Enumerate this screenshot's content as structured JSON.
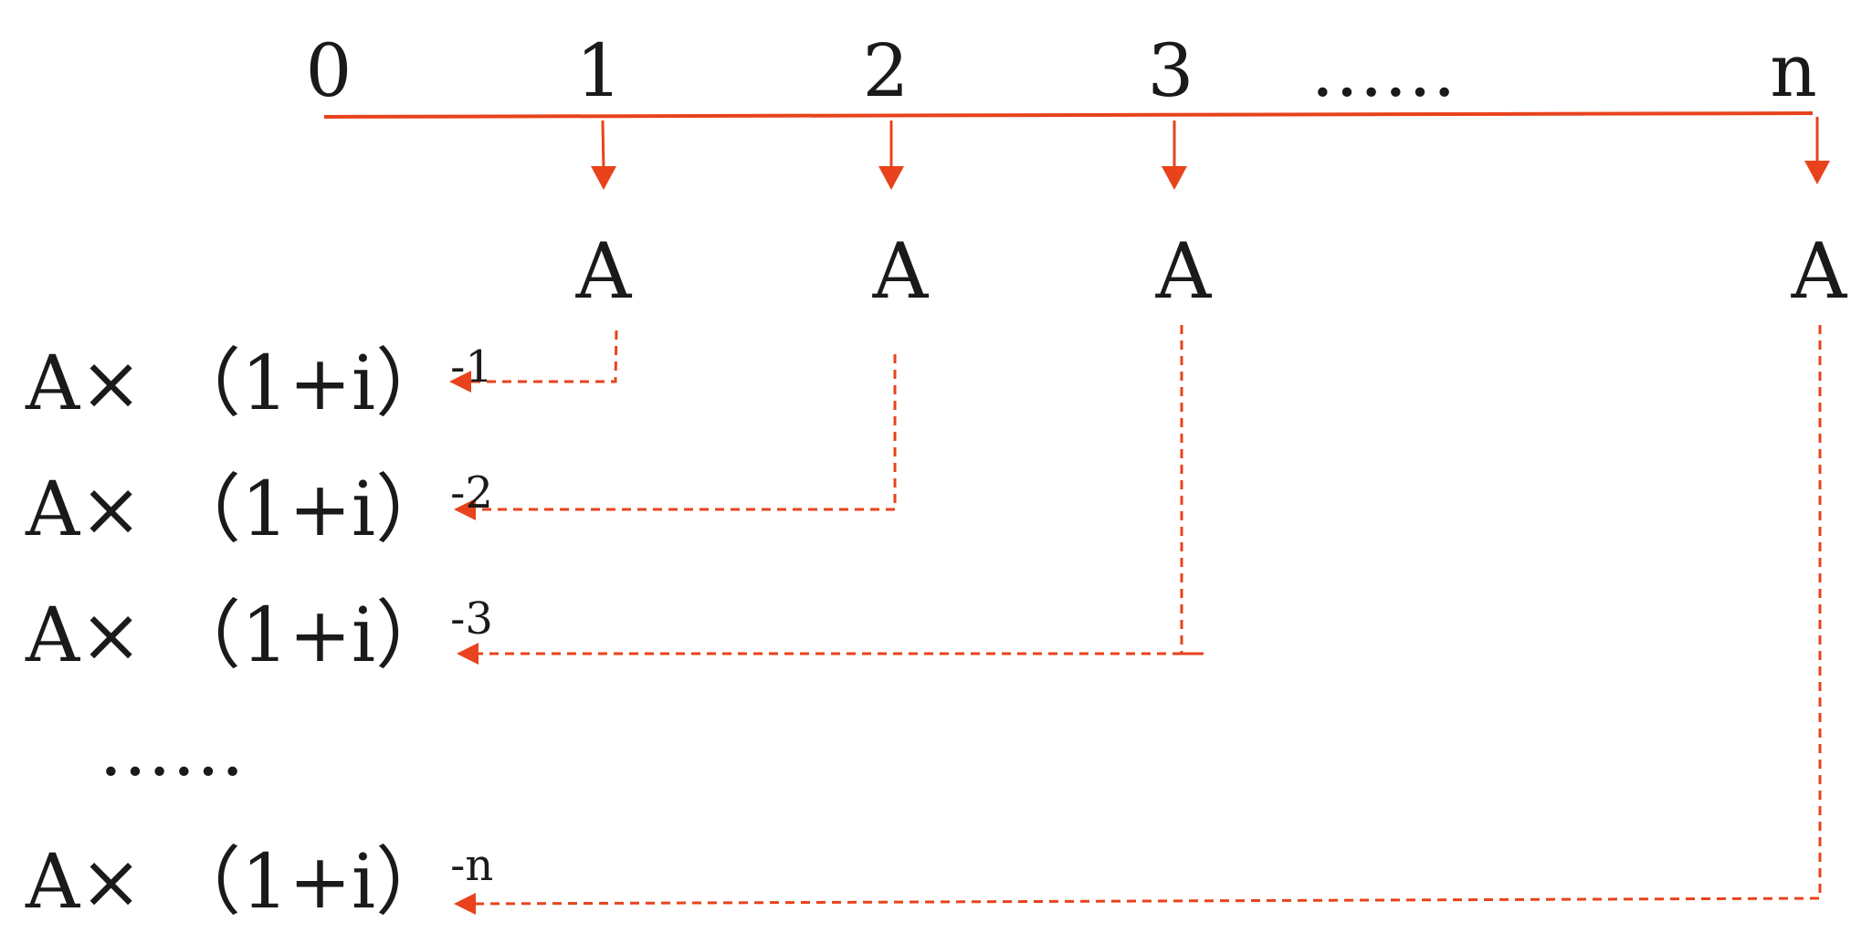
{
  "timeline": {
    "ticks": [
      {
        "label": "0"
      },
      {
        "label": "1"
      },
      {
        "label": "2"
      },
      {
        "label": "3"
      },
      {
        "label": "……"
      },
      {
        "label": "n"
      }
    ]
  },
  "payments": [
    {
      "label": "A"
    },
    {
      "label": "A"
    },
    {
      "label": "A"
    },
    {
      "label": "A"
    }
  ],
  "formulas": [
    {
      "base": "A× （1+i）",
      "exponent": "-1"
    },
    {
      "base": "A× （1+i）",
      "exponent": "-2"
    },
    {
      "base": "A× （1+i）",
      "exponent": "-3"
    },
    {
      "base": "A× （1+i）",
      "exponent": "-n"
    }
  ],
  "formula_ellipsis": "……",
  "colors": {
    "accent": "#e8431c",
    "text": "#1a1a1a"
  }
}
